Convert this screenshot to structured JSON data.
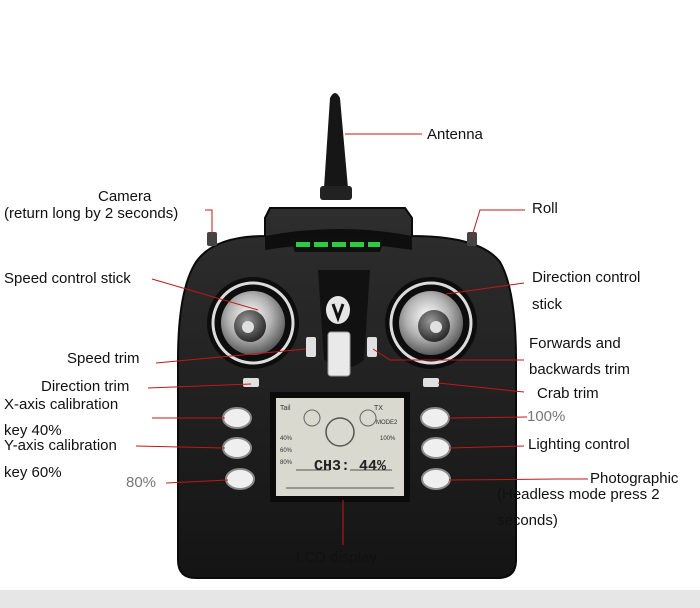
{
  "labels": {
    "antenna": "Antenna",
    "camera_line1": "Camera",
    "camera_line2": "(return long by 2 seconds)",
    "roll": "Roll",
    "speed_stick": "Speed control stick",
    "direction_stick_line1": "Direction control",
    "direction_stick_line2": "stick",
    "forwards_trim_line1": "Forwards and",
    "forwards_trim_line2": "backwards trim",
    "speed_trim": "Speed trim",
    "direction_trim": "Direction trim",
    "crab_trim": "Crab trim",
    "x_calib_line1": "X-axis calibration",
    "x_calib_line2": "key 40%",
    "pct_100": "100%",
    "y_calib_line1": "Y-axis calibration",
    "y_calib_line2": "key 60%",
    "lighting": "Lighting control",
    "pct_80": "80%",
    "photo_line1": "Photographic",
    "photo_line2": "(Headless mode press 2",
    "photo_line3": "seconds)",
    "lcd": "LCD display"
  },
  "lcd": {
    "main_readout": "CH3: 44%",
    "mode_text": "MODE2",
    "pct_right": "100%",
    "pct_left_1": "40%",
    "pct_left_2": "60%",
    "pct_left_3": "80%",
    "tag_left": "Tail",
    "tag_right": "TX"
  },
  "colors": {
    "body": "#1c1c1c",
    "leader_line": "#c01818",
    "led": "#2ecc40",
    "lcd_bg": "#d9d9cf"
  }
}
